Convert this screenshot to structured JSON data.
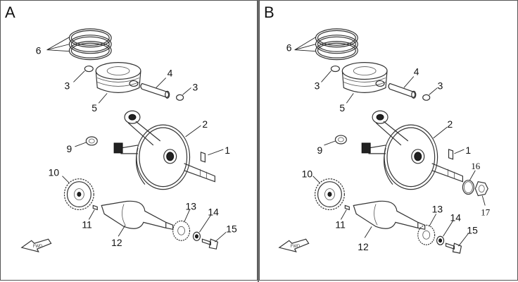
{
  "panels": [
    {
      "letter": "A",
      "labels": {
        "p1": "1",
        "p2": "2",
        "p3a": "3",
        "p3b": "3",
        "p4": "4",
        "p5": "5",
        "p6": "6",
        "p9": "9",
        "p10": "10",
        "p11": "11",
        "p12": "12",
        "p13": "13",
        "p14": "14",
        "p15": "15"
      },
      "fwd": "FWD"
    },
    {
      "letter": "B",
      "labels": {
        "p1": "1",
        "p2": "2",
        "p3a": "3",
        "p3b": "3",
        "p4": "4",
        "p5": "5",
        "p6": "6",
        "p9": "9",
        "p10": "10",
        "p11": "11",
        "p12": "12",
        "p13": "13",
        "p14": "14",
        "p15": "15",
        "p16": "16",
        "p17": "17"
      },
      "fwd": "FWD"
    }
  ]
}
